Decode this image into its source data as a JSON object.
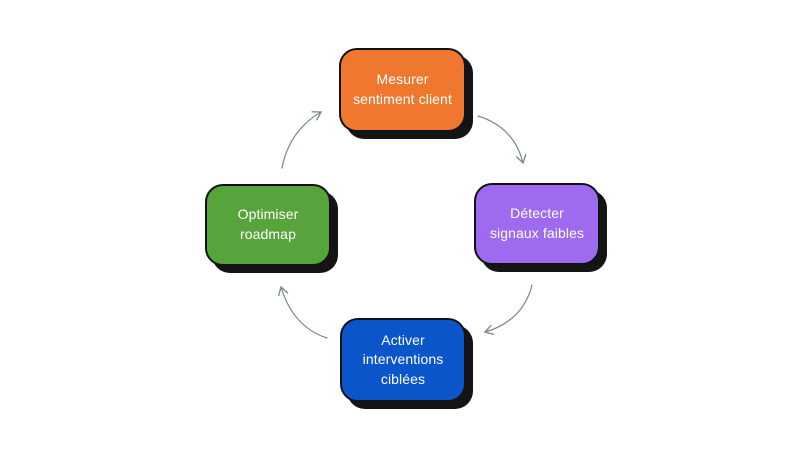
{
  "diagram": {
    "kind": "cycle-diagram",
    "background_color": "#FFFFFF",
    "arrow_color": "#7E8C8A",
    "shadow_color": "#141414",
    "node_text_color": "#FFFFFF",
    "nodes": [
      {
        "id": "mesurer",
        "label": "Mesurer\nsentiment client",
        "color": "#F0772E",
        "position": "top"
      },
      {
        "id": "detecter",
        "label": "Détecter\nsignaux faibles",
        "color": "#9D6AF0",
        "position": "right"
      },
      {
        "id": "activer",
        "label": "Activer\ninterventions\nciblées",
        "color": "#0B55CB",
        "position": "bottom"
      },
      {
        "id": "optimiser",
        "label": "Optimiser\nroadmap",
        "color": "#57A43C",
        "position": "left"
      }
    ],
    "arrows": [
      {
        "from": "optimiser",
        "to": "mesurer",
        "direction": "clockwise"
      },
      {
        "from": "mesurer",
        "to": "detecter",
        "direction": "clockwise"
      },
      {
        "from": "detecter",
        "to": "activer",
        "direction": "clockwise"
      },
      {
        "from": "activer",
        "to": "optimiser",
        "direction": "clockwise"
      }
    ]
  }
}
